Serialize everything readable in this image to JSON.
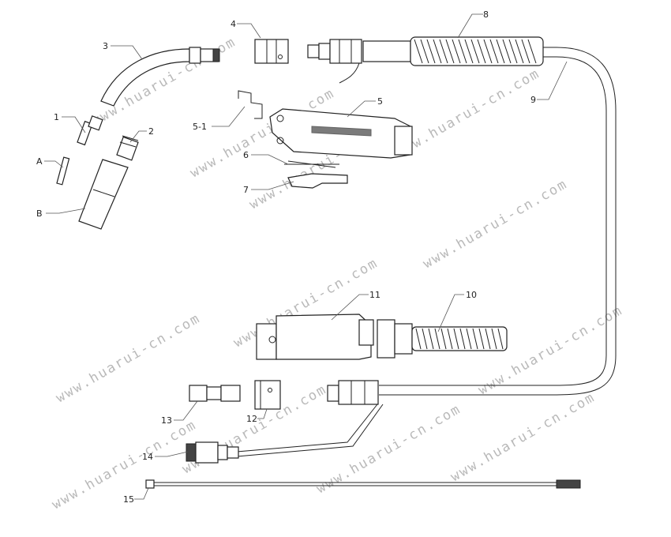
{
  "labels": {
    "l1": "1",
    "l2": "2",
    "l3": "3",
    "l4": "4",
    "l5": "5",
    "l5_1": "5-1",
    "l6": "6",
    "l7": "7",
    "l8": "8",
    "l9": "9",
    "l10": "10",
    "l11": "11",
    "l12": "12",
    "l13": "13",
    "l14": "14",
    "l15": "15",
    "lA": "A",
    "lB": "B"
  },
  "watermark": "www.huarui-cn.com"
}
